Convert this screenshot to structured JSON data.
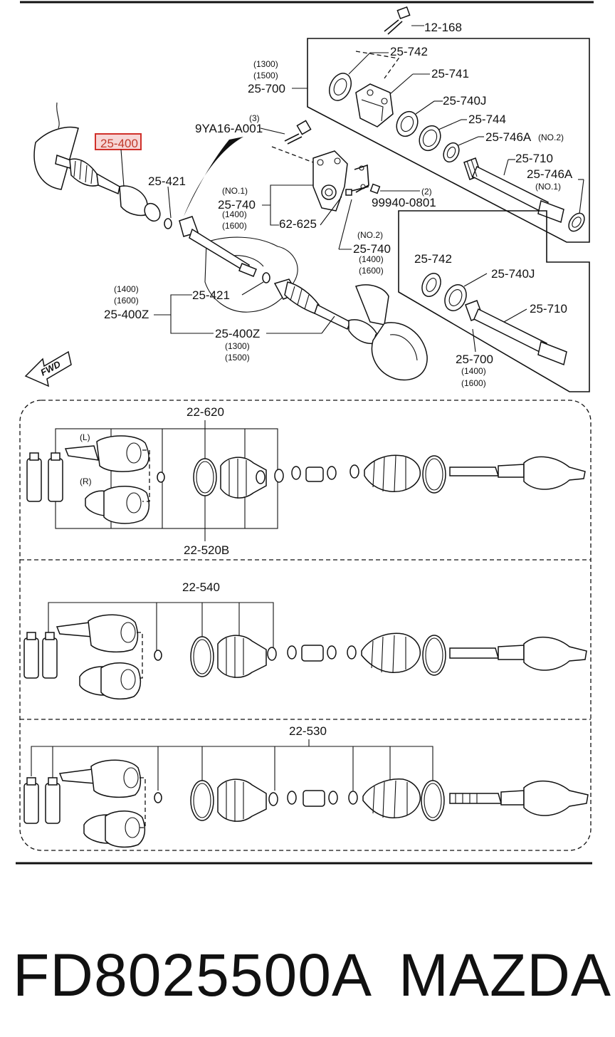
{
  "diagram": {
    "labels": {
      "bolt": "12-168",
      "oil_seal_top": "25-742",
      "bracket": "25-741",
      "bearing_top": "25-740J",
      "snap_ring": "25-744",
      "clip_no2": "25-746A",
      "clip_no2_note": "(NO.2)",
      "shaft_top": "25-710",
      "clip_no1": "25-746A",
      "clip_no1_note": "(NO.1)",
      "assy_top_note1": "(1300)",
      "assy_top_note2": "(1500)",
      "assy_top": "25-700",
      "bolt_qty": "(3)",
      "bolt_part": "9YA16-A001",
      "highlighted": "25-400",
      "ring_left": "25-421",
      "support_no1_note": "(NO.1)",
      "support_no1": "25-740",
      "support_no1_sub1": "(1400)",
      "support_no1_sub2": "(1600)",
      "bracket_part": "62-625",
      "nut_qty": "(2)",
      "nut_part": "99940-0801",
      "support_no2_note": "(NO.2)",
      "support_no2": "25-740",
      "support_no2_sub1": "(1400)",
      "support_no2_sub2": "(1600)",
      "oil_seal_right": "25-742",
      "bearing_right": "25-740J",
      "shaft_right": "25-710",
      "assy_right": "25-700",
      "assy_right_sub1": "(1400)",
      "assy_right_sub2": "(1600)",
      "ring_mid": "25-421",
      "left_sub1": "(1400)",
      "left_sub2": "(1600)",
      "left_assy": "25-400Z",
      "right_assy": "25-400Z",
      "right_sub1": "(1300)",
      "right_sub2": "(1500)",
      "fwd": "FWD",
      "kit1_top": "22-620",
      "kit1_bottom": "22-520B",
      "kit1_l": "(L)",
      "kit1_r": "(R)",
      "kit2_top": "22-540",
      "kit3_top": "22-530"
    }
  },
  "footer": {
    "part_number": "FD8025500A",
    "brand": "MAZDA"
  }
}
